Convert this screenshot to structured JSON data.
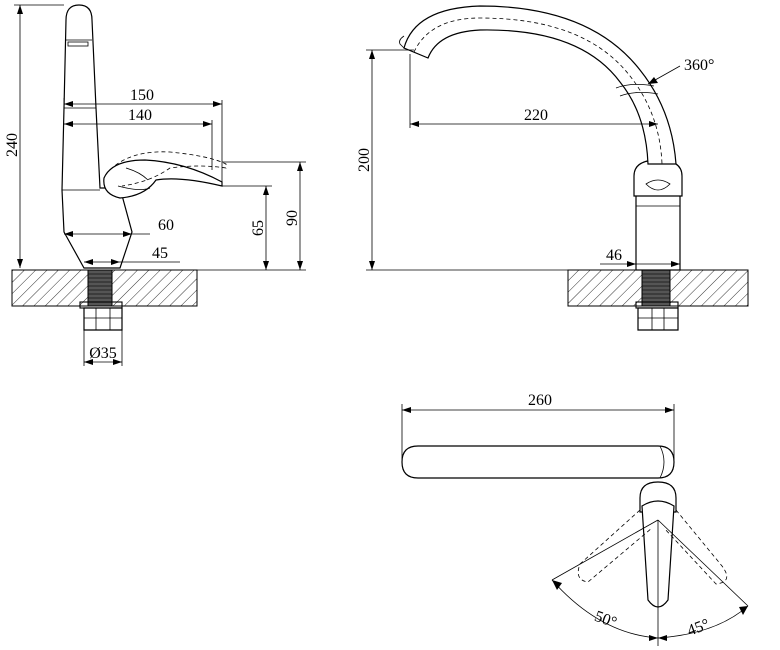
{
  "drawing": {
    "side_view": {
      "dim_height_total": "240",
      "dim_handle_reach_outer": "150",
      "dim_handle_reach_inner": "140",
      "dim_handle_tip_height": "90",
      "dim_handle_base_height": "65",
      "dim_body_width": "60",
      "dim_base_width": "45",
      "dim_pipe_diameter": "Ø35"
    },
    "front_view": {
      "dim_spout_height": "200",
      "dim_spout_reach": "220",
      "dim_rotation": "360°",
      "dim_base_diameter": "46"
    },
    "top_view": {
      "dim_spout_length": "260",
      "dim_handle_angle_left": "50°",
      "dim_handle_angle_right": "45°"
    }
  }
}
